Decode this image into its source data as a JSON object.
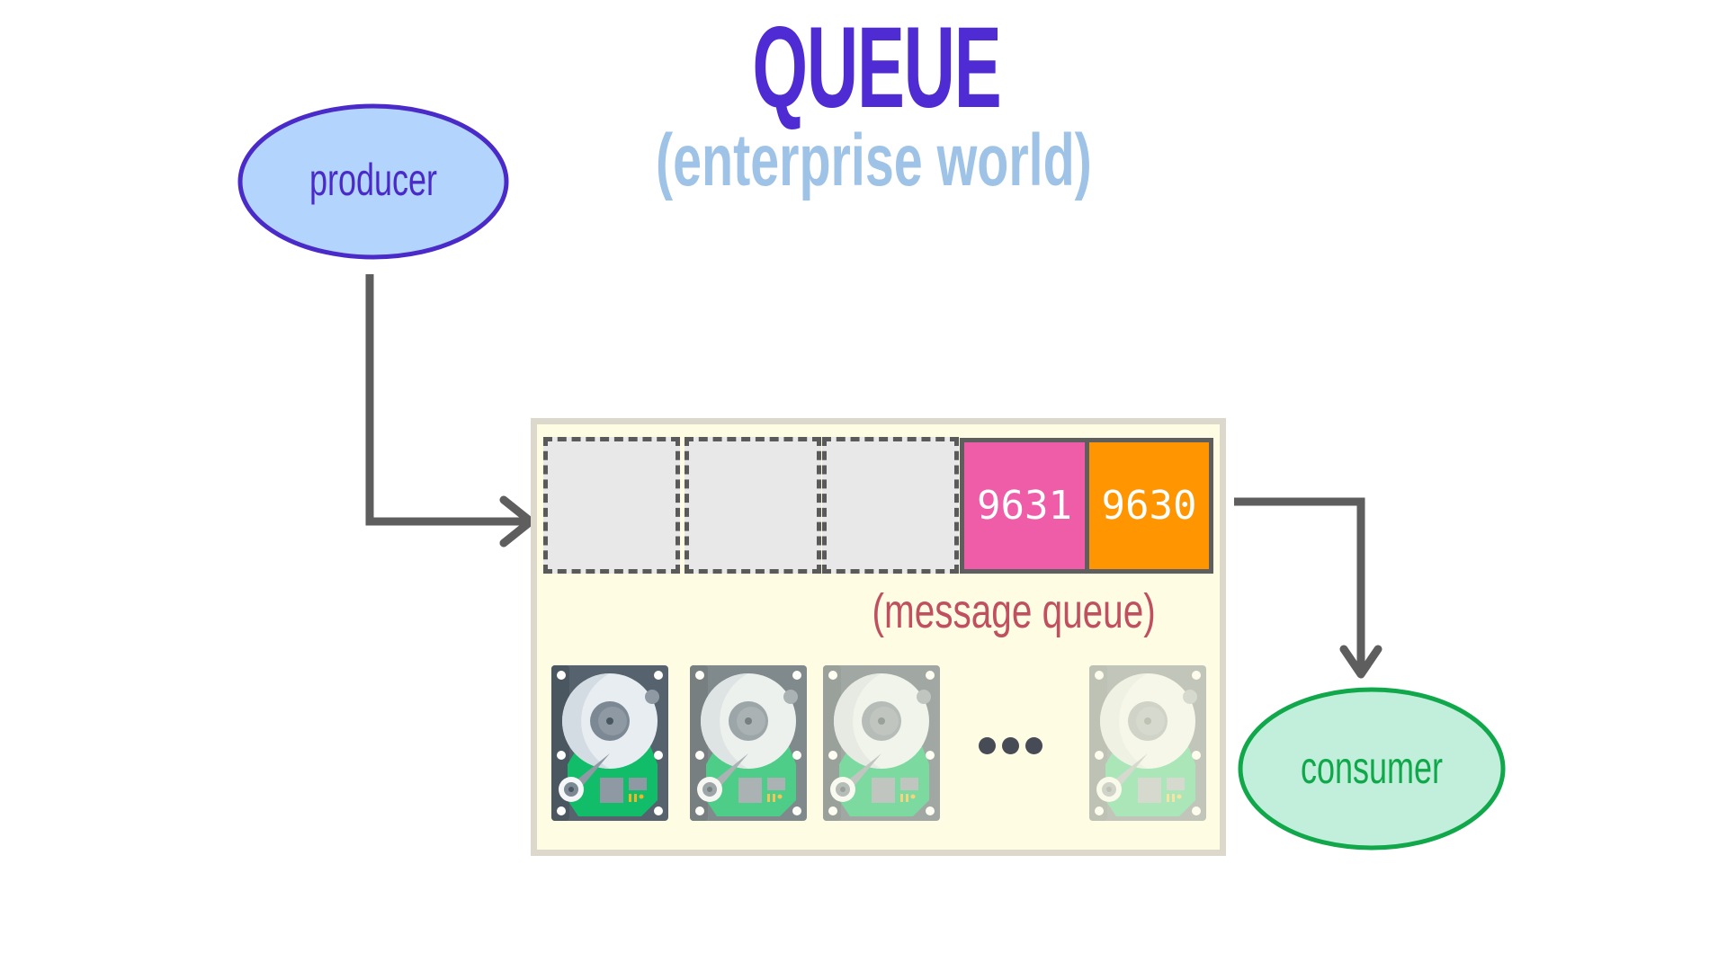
{
  "title": "QUEUE",
  "subtitle": "(enterprise world)",
  "producer": {
    "label": "producer",
    "fill": "#B3D4FC",
    "stroke": "#4A2AC8",
    "text_color": "#4A2AC8"
  },
  "consumer": {
    "label": "consumer",
    "fill": "#C2EFDB",
    "stroke": "#10A84A",
    "text_color": "#10A84A"
  },
  "queue": {
    "label": "(message queue)",
    "empty_slots": 3,
    "messages": [
      {
        "id": "9631",
        "color": "#EF5DA8"
      },
      {
        "id": "9630",
        "color": "#FF9500"
      }
    ],
    "storage": {
      "drives_shown": 4,
      "ellipsis": "...",
      "drive_opacity": [
        1.0,
        0.75,
        0.55,
        0.35
      ]
    }
  },
  "colors": {
    "arrow": "#5E5E5E",
    "queue_background": "#FEFDE4",
    "queue_border": "#DDD8CC",
    "title": "#4F2BD4",
    "subtitle": "#9EC3E6",
    "queue_label": "#C0505F"
  }
}
